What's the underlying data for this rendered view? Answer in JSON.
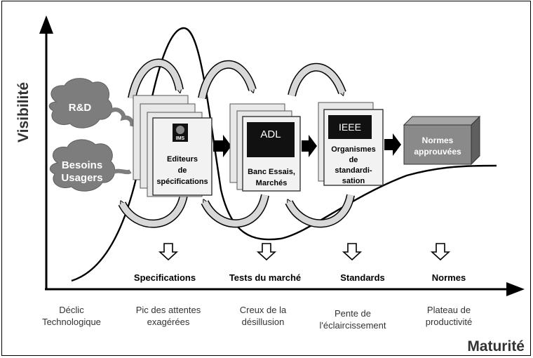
{
  "axes": {
    "y_title": "Visibilité",
    "x_title": "Maturité"
  },
  "sources": {
    "rd": "R&D",
    "user_needs_line1": "Besoins",
    "user_needs_line2": "Usagers"
  },
  "stages": {
    "editors": {
      "logo": "IMS",
      "line1": "Editeurs",
      "line2": "de",
      "line3": "spécifications",
      "output": "Specifications"
    },
    "market": {
      "logo": "ADL",
      "line1": "Banc Essais,",
      "line2": "Marchés",
      "output": "Tests du marché"
    },
    "standards_bodies": {
      "logo": "IEEE",
      "line1": "Organismes",
      "line2": "de",
      "line3": "standardi-",
      "line4": "sation",
      "output": "Standards"
    },
    "approved": {
      "line1": "Normes",
      "line2": "approuvées",
      "output": "Normes"
    }
  },
  "phases": [
    {
      "line1": "Déclic",
      "line2": "Technologique"
    },
    {
      "line1": "Pic des attentes",
      "line2": "exagérées"
    },
    {
      "line1": "Creux de la",
      "line2": "désillusion"
    },
    {
      "line1": "Pente de",
      "line2": "l'éclaircissement"
    },
    {
      "line1": "Plateau de",
      "line2": "productivité"
    }
  ],
  "colors": {
    "cloud": "#7d7d7d",
    "doc": "#e8e8e8",
    "logo": "#111111",
    "box_front": "#8a8a8a",
    "box_top": "#a6a6a6",
    "box_side": "#5f5f5f",
    "loop_arrow": "#d8d8d8"
  }
}
